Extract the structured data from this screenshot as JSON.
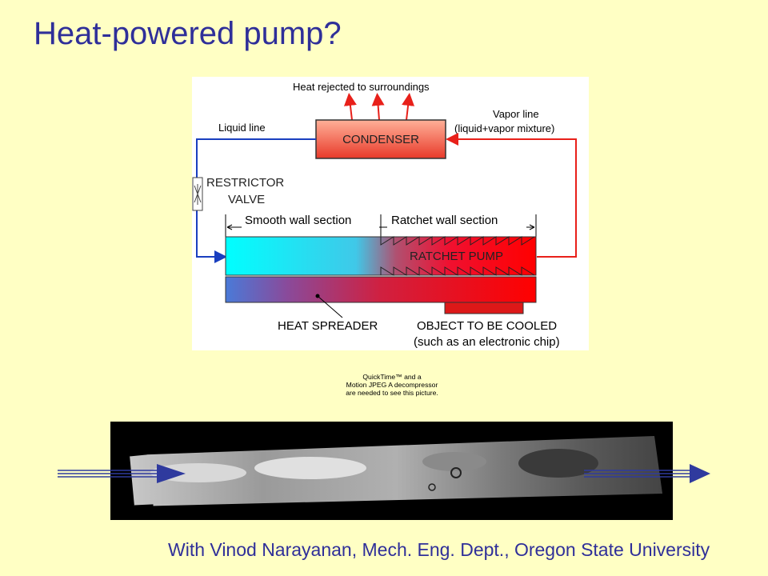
{
  "slide": {
    "title": "Heat-powered pump?",
    "footer": "With Vinod Narayanan, Mech. Eng. Dept., Oregon State University"
  },
  "diagram": {
    "heat_rejected": "Heat rejected to surroundings",
    "condenser": "CONDENSER",
    "liquid_line": "Liquid line",
    "vapor_line_1": "Vapor line",
    "vapor_line_2": "(liquid+vapor mixture)",
    "restrictor_1": "RESTRICTOR",
    "restrictor_2": "VALVE",
    "smooth_wall": "Smooth wall section",
    "ratchet_wall": "Ratchet wall section",
    "ratchet_pump": "RATCHET PUMP",
    "heat_spreader": "HEAT SPREADER",
    "object_cooled_1": "OBJECT TO BE COOLED",
    "object_cooled_2": "(such as an electronic chip)"
  },
  "quicktime_notice": {
    "line1": "QuickTime™ and a",
    "line2": "Motion JPEG A decompressor",
    "line3": "are needed to see this picture."
  },
  "colors": {
    "title": "#2f2f99",
    "background": "#ffffc4",
    "cold": "#00ffff",
    "hot": "#ff0000",
    "liquid_line": "#1a3fbf",
    "vapor_line": "#e8201a",
    "arrow": "#2f3a9e"
  }
}
